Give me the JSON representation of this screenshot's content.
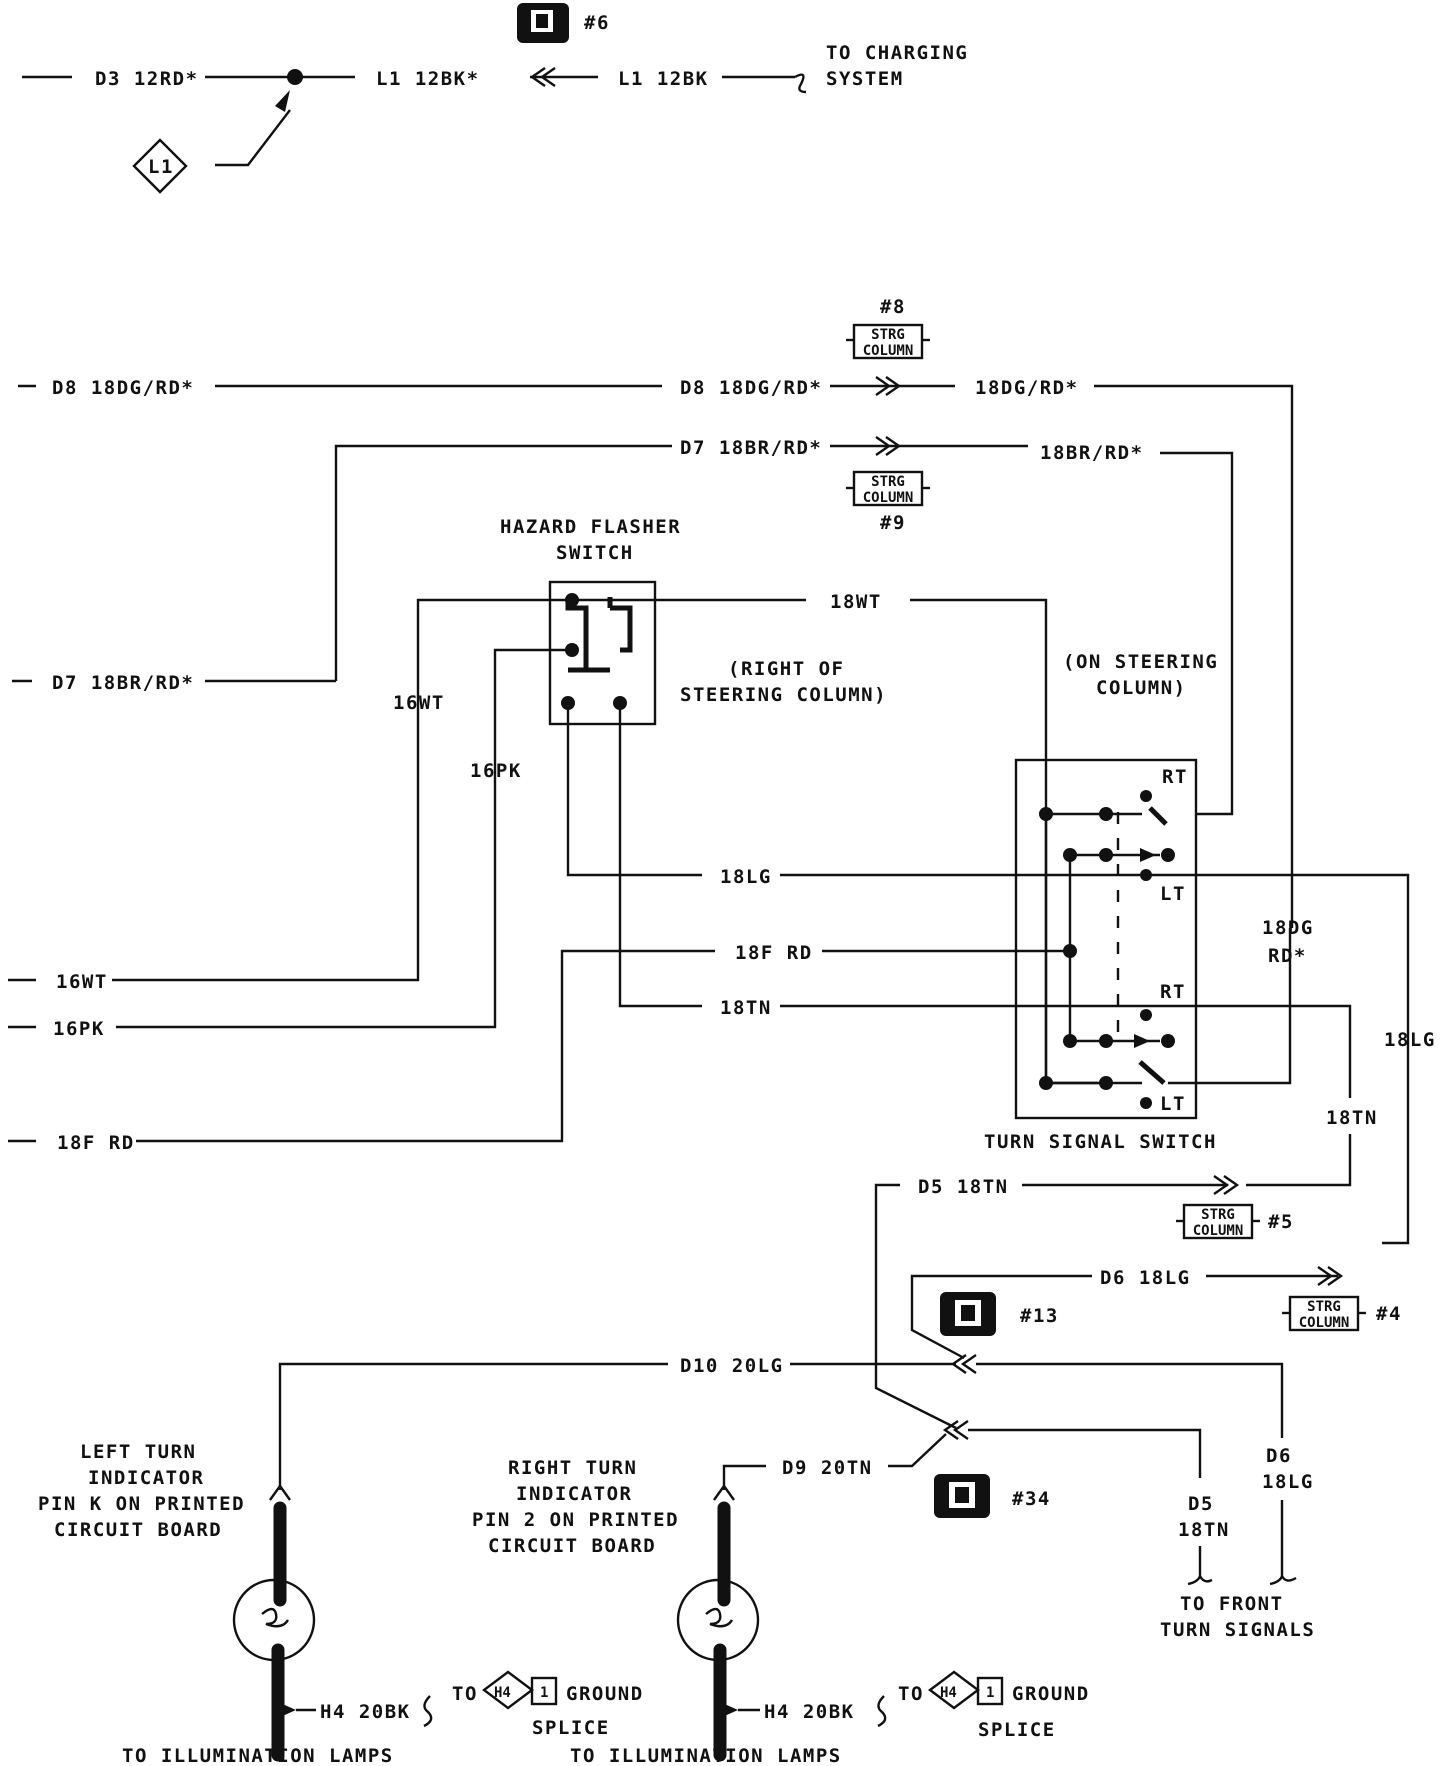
{
  "connector_refs": {
    "c6": "#6",
    "c8": "#8",
    "c9": "#9",
    "c5": "#5",
    "c4": "#4",
    "c13": "#13",
    "c34": "#34"
  },
  "strg_column": {
    "line1": "STRG",
    "line2": "COLUMN"
  },
  "charging": {
    "w1": "D3 12RD*",
    "w2": "L1 12BK*",
    "w3": "L1 12BK",
    "to1": "TO CHARGING",
    "to2": "SYSTEM",
    "diamond": "L1"
  },
  "top_wires": {
    "d8_left": "D8 18DG/RD*",
    "d8_mid": "D8 18DG/RD*",
    "d8_right": "18DG/RD*",
    "d7_mid": "D7 18BR/RD*",
    "d7_right": "18BR/RD*",
    "d7_left": "D7 18BR/RD*"
  },
  "hazard": {
    "title1": "HAZARD FLASHER",
    "title2": "SWITCH",
    "loc1": "(RIGHT OF",
    "loc2": "STEERING COLUMN)"
  },
  "turn_switch": {
    "loc1": "(ON STEERING",
    "loc2": "COLUMN)",
    "rt": "RT",
    "lt": "LT",
    "name": "TURN SIGNAL SWITCH"
  },
  "wires": {
    "w18wt": "18WT",
    "w16wt": "16WT",
    "w16pk": "16PK",
    "w18lg": "18LG",
    "w18frd": "18F RD",
    "w18tn": "18TN",
    "w18dg": "18DG",
    "wrd": "RD*",
    "w18lg_r": "18LG",
    "w18tn_r": "18TN",
    "left_16wt": "16WT",
    "left_16pk": "16PK",
    "left_18frd": "18F RD",
    "d5": "D5 18TN",
    "d6": "D6 18LG",
    "d10": "D10 20LG",
    "d9": "D9 20TN",
    "d6_b1": "D6",
    "d6_b2": "18LG",
    "d5_b1": "D5",
    "d5_b2": "18TN",
    "h4_left": "H4 20BK",
    "h4_right": "H4 20BK"
  },
  "front": {
    "line1": "TO FRONT",
    "line2": "TURN SIGNALS"
  },
  "left_indicator": {
    "l1": "LEFT TURN",
    "l2": "INDICATOR",
    "l3": "PIN K ON PRINTED",
    "l4": "CIRCUIT BOARD",
    "bottom": "TO ILLUMINATION LAMPS"
  },
  "right_indicator": {
    "l1": "RIGHT TURN",
    "l2": "INDICATOR",
    "l3": "PIN 2 ON PRINTED",
    "l4": "CIRCUIT BOARD",
    "bottom": "TO ILLUMINATION LAMPS"
  },
  "ground": {
    "to": "TO",
    "h4": "H4",
    "one": "1",
    "ground": "GROUND",
    "splice": "SPLICE"
  }
}
